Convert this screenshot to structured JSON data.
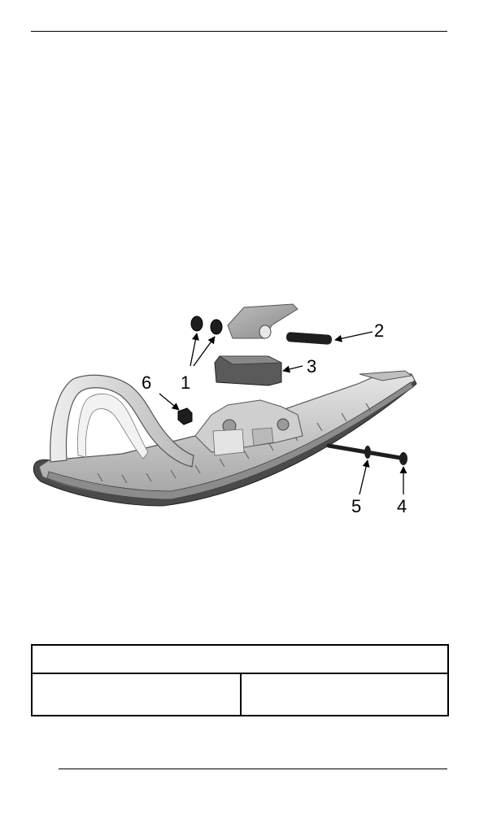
{
  "figure": {
    "callouts": {
      "c1": "1",
      "c2": "2",
      "c3": "3",
      "c4": "4",
      "c5": "5",
      "c6": "6"
    },
    "palette": {
      "ski_light": "#d9d9d9",
      "ski_mid": "#a8a8a8",
      "ski_dark": "#4a4a4a",
      "part_black": "#1e1e1e",
      "part_grey": "#5a5a5a"
    }
  },
  "table": {
    "header": "",
    "left": "",
    "right": ""
  }
}
